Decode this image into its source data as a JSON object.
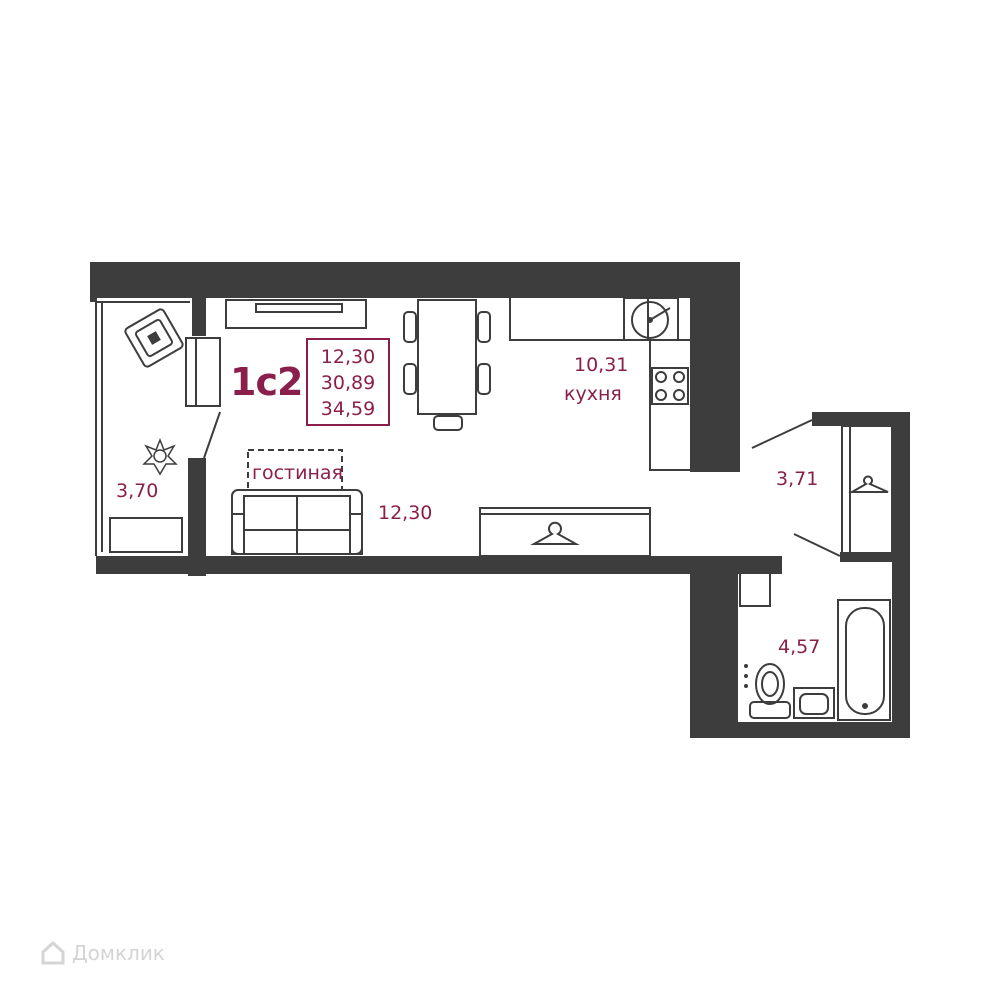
{
  "apartment": {
    "code": "1с2",
    "summary_areas": [
      "12,30",
      "30,89",
      "34,59"
    ]
  },
  "rooms": {
    "balcony": {
      "area": "3,70"
    },
    "living": {
      "area": "12,30",
      "name": "гостиная"
    },
    "kitchen": {
      "area": "10,31",
      "name": "кухня"
    },
    "hall": {
      "area": "3,71"
    },
    "bathroom": {
      "area": "4,57"
    }
  },
  "colors": {
    "wall": "#3d3d3d",
    "accent": "#8b1f4b",
    "furniture_line": "#3d3d3d"
  },
  "watermark": {
    "text": "Домклик",
    "icon": "house-logo-icon"
  }
}
